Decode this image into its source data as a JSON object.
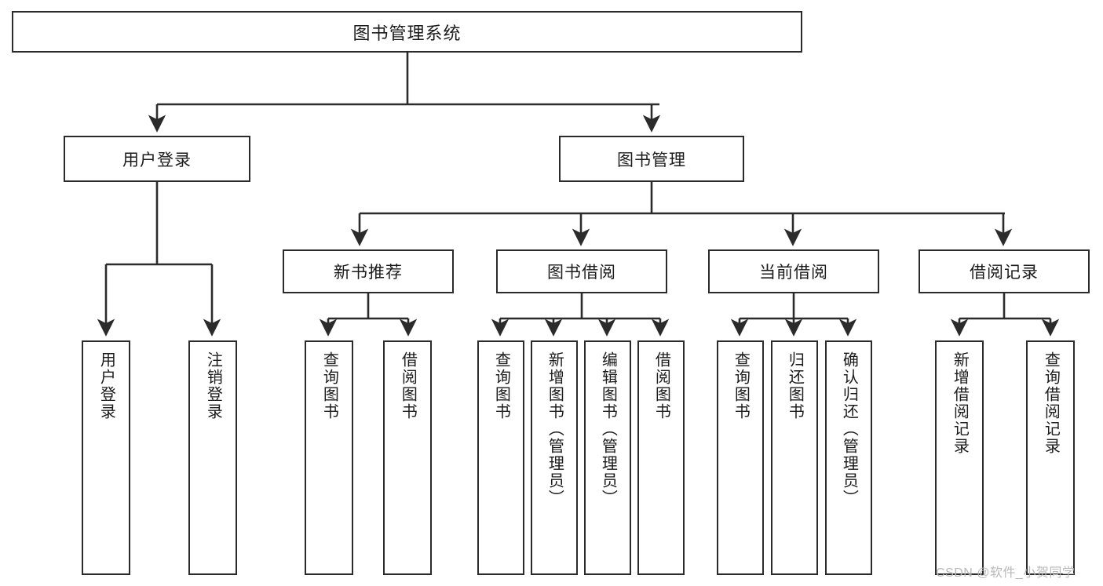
{
  "diagram": {
    "title": "图书管理系统",
    "type": "tree-hierarchy-diagram",
    "root": {
      "label": "图书管理系统"
    },
    "level2": [
      {
        "id": "user-login",
        "label": "用户登录"
      },
      {
        "id": "book-management",
        "label": "图书管理"
      }
    ],
    "level3": [
      {
        "id": "new-book-recommend",
        "label": "新书推荐"
      },
      {
        "id": "book-borrow",
        "label": "图书借阅"
      },
      {
        "id": "current-borrow",
        "label": "当前借阅"
      },
      {
        "id": "borrow-record",
        "label": "借阅记录"
      }
    ],
    "leaves": [
      {
        "id": "leaf-user-login",
        "label": "用户登录"
      },
      {
        "id": "leaf-user-logout",
        "label": "注销登录"
      },
      {
        "id": "leaf-query-book-1",
        "label": "查询图书"
      },
      {
        "id": "leaf-borrow-book-1",
        "label": "借阅图书"
      },
      {
        "id": "leaf-query-book-2",
        "label": "查询图书"
      },
      {
        "id": "leaf-add-book",
        "label": "新增图书（管理员）"
      },
      {
        "id": "leaf-edit-book",
        "label": "编辑图书（管理员）"
      },
      {
        "id": "leaf-borrow-book-2",
        "label": "借阅图书"
      },
      {
        "id": "leaf-query-book-3",
        "label": "查询图书"
      },
      {
        "id": "leaf-return-book",
        "label": "归还图书"
      },
      {
        "id": "leaf-confirm-return",
        "label": "确认归还（管理员）"
      },
      {
        "id": "leaf-add-record",
        "label": "新增借阅记录"
      },
      {
        "id": "leaf-query-record",
        "label": "查询借阅记录"
      }
    ]
  },
  "watermark": {
    "text": "CSDN @软件_小贺同学"
  },
  "colors": {
    "stroke": "#2b2b2b",
    "background": "#ffffff",
    "text": "#1b1b1b",
    "watermark": "#b9b9b9"
  }
}
